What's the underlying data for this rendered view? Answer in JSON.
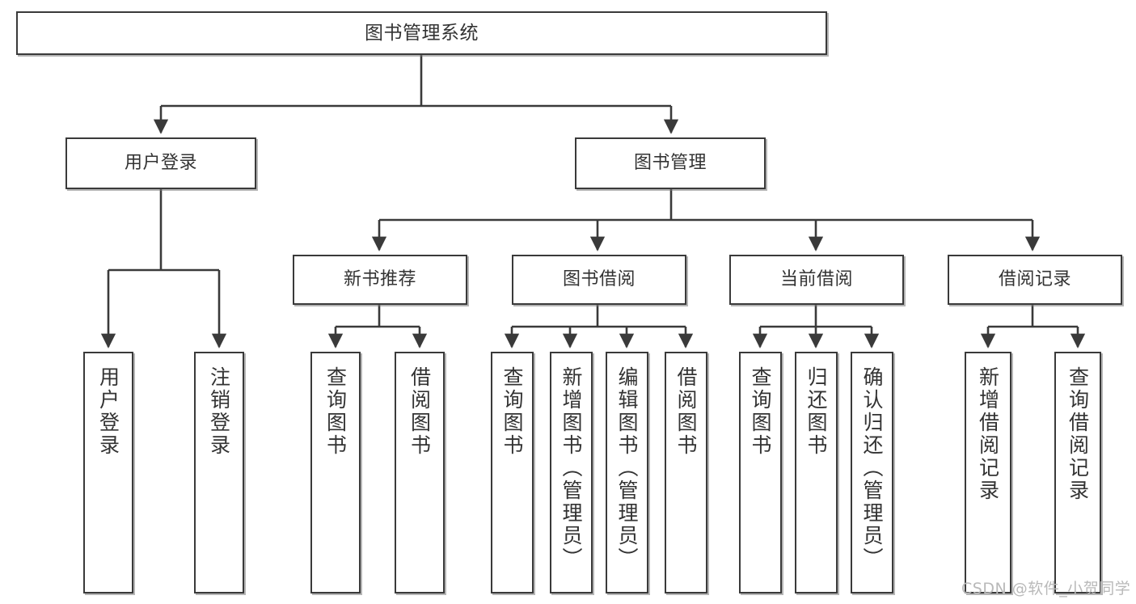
{
  "diagram": {
    "title": "图书管理系统",
    "type": "tree",
    "root": {
      "label": "图书管理系统"
    },
    "level2": [
      {
        "label": "用户登录"
      },
      {
        "label": "图书管理"
      }
    ],
    "level3": [
      {
        "label": "新书推荐"
      },
      {
        "label": "图书借阅"
      },
      {
        "label": "当前借阅"
      },
      {
        "label": "借阅记录"
      }
    ],
    "leaves": {
      "user_login": [
        {
          "label": "用户登录"
        },
        {
          "label": "注销登录"
        }
      ],
      "new_book_recommend": [
        {
          "label": "查询图书"
        },
        {
          "label": "借阅图书"
        }
      ],
      "book_borrow": [
        {
          "label": "查询图书"
        },
        {
          "label": "新增图书（管理员）"
        },
        {
          "label": "编辑图书（管理员）"
        },
        {
          "label": "借阅图书"
        }
      ],
      "current_borrow": [
        {
          "label": "查询图书"
        },
        {
          "label": "归还图书"
        },
        {
          "label": "确认归还（管理员）"
        }
      ],
      "borrow_record": [
        {
          "label": "新增借阅记录"
        },
        {
          "label": "查询借阅记录"
        }
      ]
    }
  },
  "watermark": {
    "text": "CSDN @软件_小贺同学"
  },
  "colors": {
    "box_border": "#3a3a3a",
    "box_fill": "#ffffff",
    "text": "#333333",
    "edge": "#3a3a3a",
    "watermark": "#b9b9b9",
    "background": "#ffffff"
  }
}
